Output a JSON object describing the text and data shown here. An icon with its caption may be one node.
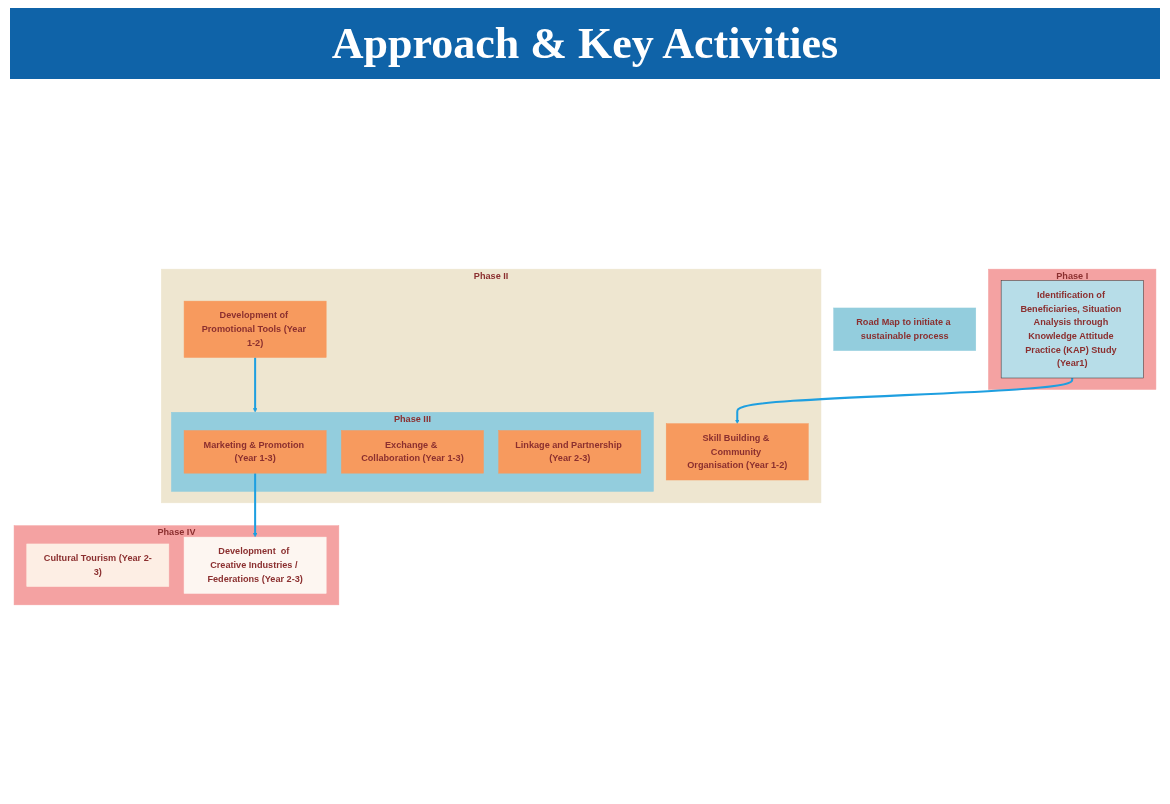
{
  "diagram": {
    "title": "Approach & Key Activities",
    "nodes": [
      {
        "text": [
          "Road Map to initiate a sustainable process"
        ]
      },
      {
        "text": [
          "Phase I"
        ]
      },
      {
        "text": [
          "Identification of Beneficiaries, Situation Analysis through Knowledge Attitude Practice (KAP) Study (Year1)"
        ],
        "in": 1
      },
      {
        "text": [
          "Phase IV"
        ]
      },
      {
        "text": [
          "Cultural Tourism (Year 2-3)"
        ],
        "in": 3
      },
      {
        "text": [
          "Development  of Creative Industries / Federations (Year 2-3)"
        ],
        "in": 3
      },
      {
        "text": [
          "Phase II"
        ]
      },
      {
        "text": [
          "Skill Building & Community Organisation (Year 1-2)"
        ],
        "in": 6
      },
      {
        "text": [
          "Development of Promotional Tools (Year 1-2)"
        ],
        "in": 6
      },
      {
        "text": [
          "Phase III"
        ],
        "in": 6
      },
      {
        "text": [
          "Marketing & Promotion (Year 1-3)"
        ],
        "in": 9
      },
      {
        "text": [
          "Exchange & Collaboration (Year 1-3)"
        ],
        "in": 9
      },
      {
        "text": [
          "Linkage and Partnership (Year 2-3)"
        ],
        "in": 9
      }
    ],
    "edges": [
      {
        "from": 2,
        "to": 7,
        "arrow": "to"
      },
      {
        "from": 8,
        "to": 9,
        "arrow": "to"
      },
      {
        "from": 10,
        "to": 5,
        "arrow": "to"
      }
    ]
  }
}
